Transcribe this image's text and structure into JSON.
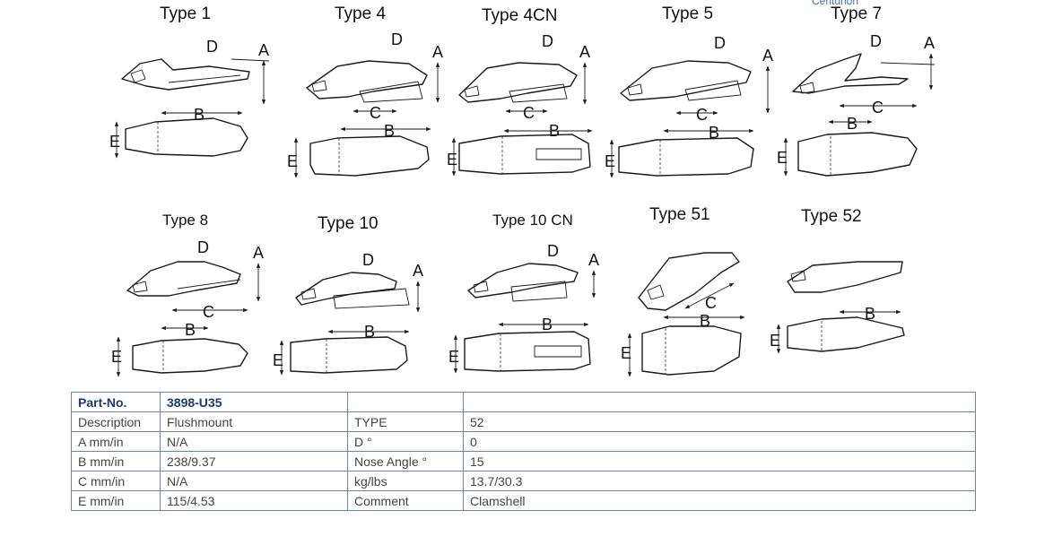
{
  "clipped_text": "Centurion",
  "types": [
    "Type 1",
    "Type 4",
    "Type 4CN",
    "Type 5",
    "Type 7",
    "Type 8",
    "Type 10",
    "Type 10 CN",
    "Type 51",
    "Type 52"
  ],
  "dim_letters": {
    "a": "A",
    "b": "B",
    "c": "C",
    "d": "D",
    "e": "E"
  },
  "table": {
    "header": [
      "Part-No.",
      "3898-U35",
      "",
      ""
    ],
    "rows": [
      [
        "Description",
        "Flushmount",
        "TYPE",
        "52"
      ],
      [
        "A mm/in",
        "N/A",
        "D °",
        "0"
      ],
      [
        "B mm/in",
        "238/9.37",
        "Nose Angle °",
        "15"
      ],
      [
        "C mm/in",
        "N/A",
        "kg/lbs",
        "13.7/30.3"
      ],
      [
        "E mm/in",
        "115/4.53",
        "Comment",
        "Clamshell"
      ]
    ]
  }
}
